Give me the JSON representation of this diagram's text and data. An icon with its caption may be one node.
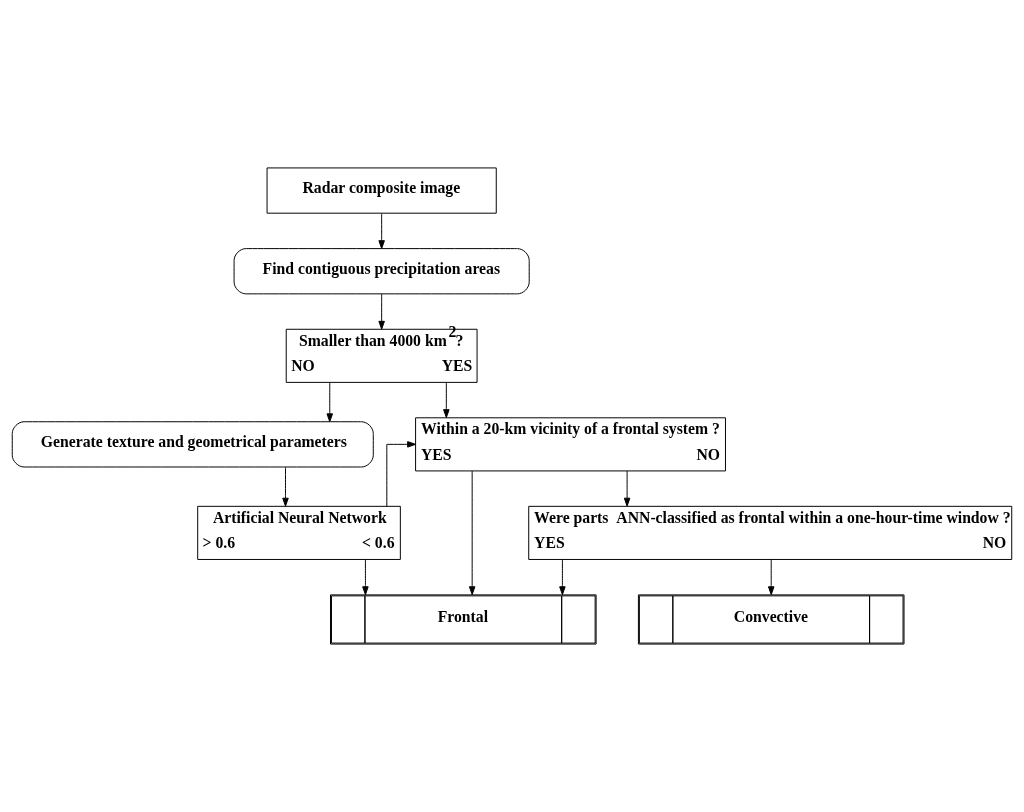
{
  "diagram": {
    "nodes": [
      {
        "text": [
          "Radar composite image"
        ]
      },
      {
        "text": [
          "Find contiguous precipitation areas"
        ]
      },
      {
        "text": [
          "Smaller than 4000 km$^{2}$?",
          "NO",
          "YES"
        ]
      },
      {
        "text": [
          "Generate texture and geometrical parameters"
        ]
      },
      {
        "text": [
          "Artificial Neural Network",
          "> 0.6",
          "< 0.6"
        ]
      },
      {
        "text": [
          "Within a 20-km vicinity of a frontal system ?",
          "YES",
          "NO"
        ]
      },
      {
        "text": [
          "Were parts  ANN-classified as frontal within a one-hour-time window ?",
          "YES",
          "NO"
        ]
      },
      {
        "text": [
          "Frontal"
        ]
      },
      {
        "text": [
          "Convective"
        ]
      }
    ],
    "edges": [
      {
        "from": 0,
        "to": 1,
        "arrow": "to"
      },
      {
        "from": 1,
        "to": 2,
        "arrow": "to"
      },
      {
        "from": 2,
        "to": 3,
        "arrow": "to"
      },
      {
        "from": 2,
        "to": 5,
        "arrow": "to"
      },
      {
        "from": 3,
        "to": 4,
        "arrow": "to"
      },
      {
        "from": 4,
        "to": 5,
        "arrow": "to"
      },
      {
        "from": 4,
        "to": 7,
        "arrow": "to"
      },
      {
        "from": 5,
        "to": 7,
        "arrow": "to"
      },
      {
        "from": 5,
        "to": 6,
        "arrow": "to"
      },
      {
        "from": 6,
        "to": 7,
        "arrow": "to"
      },
      {
        "from": 6,
        "to": 8,
        "arrow": "to"
      }
    ]
  }
}
